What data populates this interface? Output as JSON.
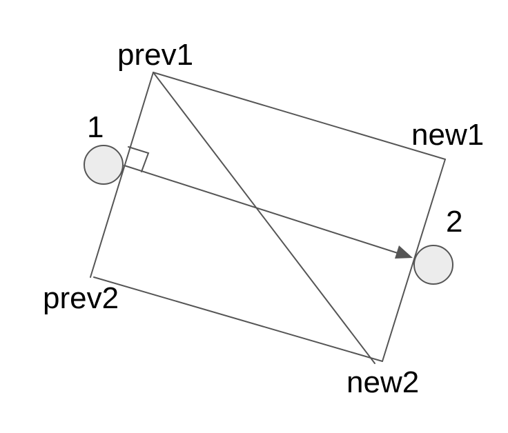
{
  "labels": {
    "prev1": "prev1",
    "prev2": "prev2",
    "new1": "new1",
    "new2": "new2",
    "node1": "1",
    "node2": "2"
  },
  "colors": {
    "stroke": "#555555",
    "circle_fill": "#ececec",
    "text": "#000000",
    "background": "#ffffff"
  }
}
